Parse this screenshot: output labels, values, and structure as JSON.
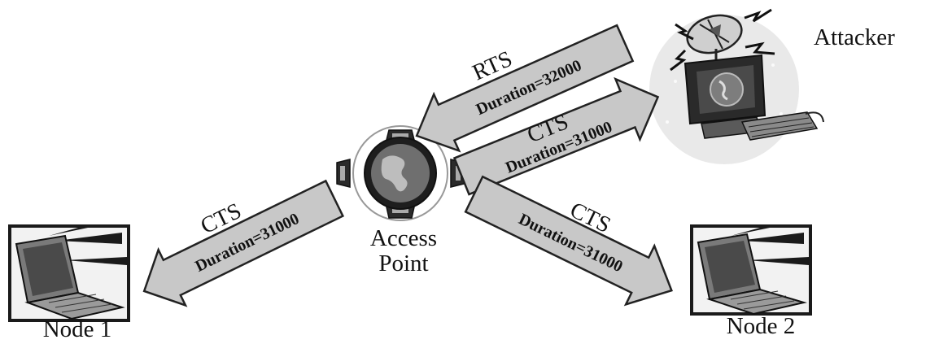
{
  "nodes": {
    "attacker": "Attacker",
    "access_point_line1": "Access",
    "access_point_line2": "Point",
    "node1": "Node 1",
    "node2": "Node 2"
  },
  "messages": {
    "rts_attacker_to_ap": {
      "type": "RTS",
      "duration": "Duration=32000"
    },
    "cts_ap_to_attacker": {
      "type": "CTS",
      "duration": "Duration=31000"
    },
    "cts_ap_to_node1": {
      "type": "CTS",
      "duration": "Duration=31000"
    },
    "cts_ap_to_node2": {
      "type": "CTS",
      "duration": "Duration=31000"
    }
  }
}
